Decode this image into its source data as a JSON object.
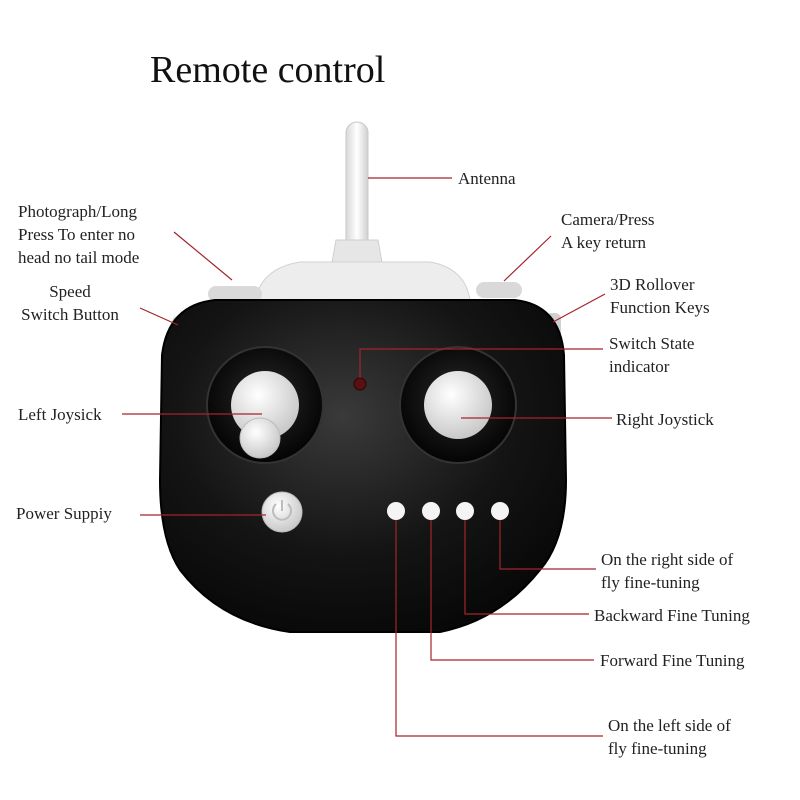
{
  "title": "Remote control",
  "labels": {
    "antenna": "Antenna",
    "photograph": "Photograph/Long\nPress To enter no\nhead no tail mode",
    "speed": "Speed\nSwitch Button",
    "camera": "Camera/Press\nA key return",
    "rollover": "3D Rollover\nFunction Keys",
    "indicator": "Switch State\nindicator",
    "left_joystick": "Left  Joysick",
    "right_joystick": "Right Joystick",
    "power": "Power Suppiy",
    "right_side": "On the right side of\nfly fine-tuning",
    "backward": "Backward Fine Tuning",
    "forward": "Forward Fine Tuning",
    "left_side": "On the left side of\nfly fine-tuning"
  },
  "colors": {
    "leader": "#a3252b",
    "body": "#111111",
    "accent_white": "#f2f2f2"
  }
}
